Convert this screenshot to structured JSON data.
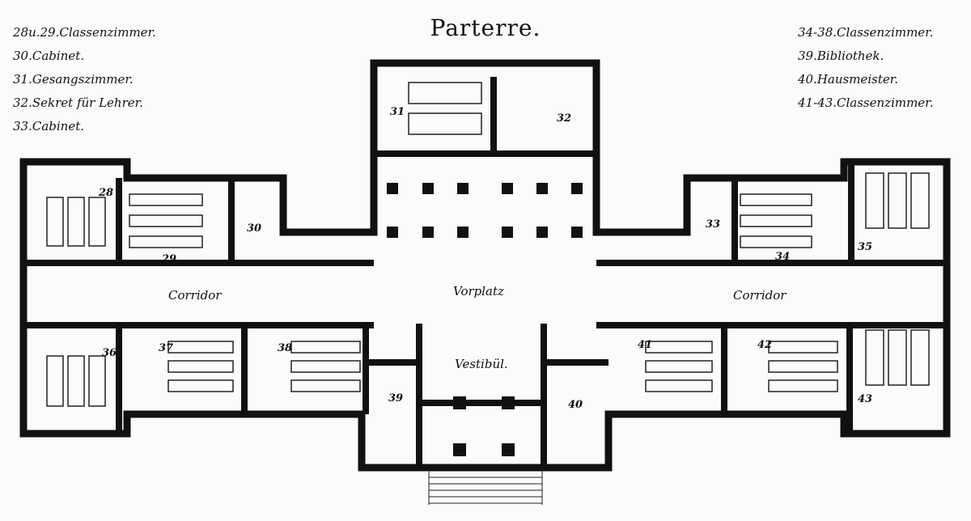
{
  "title": "Parterre.",
  "legend_left": [
    "28u.29.Classenzimmer.",
    "30.Cabinet.",
    "31.Gesangszimmer.",
    "32.Sekret für Lehrer.",
    "33.Cabinet."
  ],
  "legend_right": [
    "34-38.Classenzimmer.",
    "39.Bibliothek.",
    "40.Hausmeister.",
    "41-43.Classenzimmer."
  ],
  "rooms": {
    "r28": "28",
    "r29": "29",
    "r30": "30",
    "r31": "31",
    "r32": "32",
    "r33": "33",
    "r34": "34",
    "r35": "35",
    "r36": "36",
    "r37": "37",
    "r38": "38",
    "r39": "39",
    "r40": "40",
    "r41": "41",
    "r42": "42",
    "r43": "43"
  },
  "labels": {
    "corridor_left": "Corridor",
    "corridor_right": "Corridor",
    "vorplatz": "Vorplatz",
    "vestibuel": "Vestibül."
  }
}
